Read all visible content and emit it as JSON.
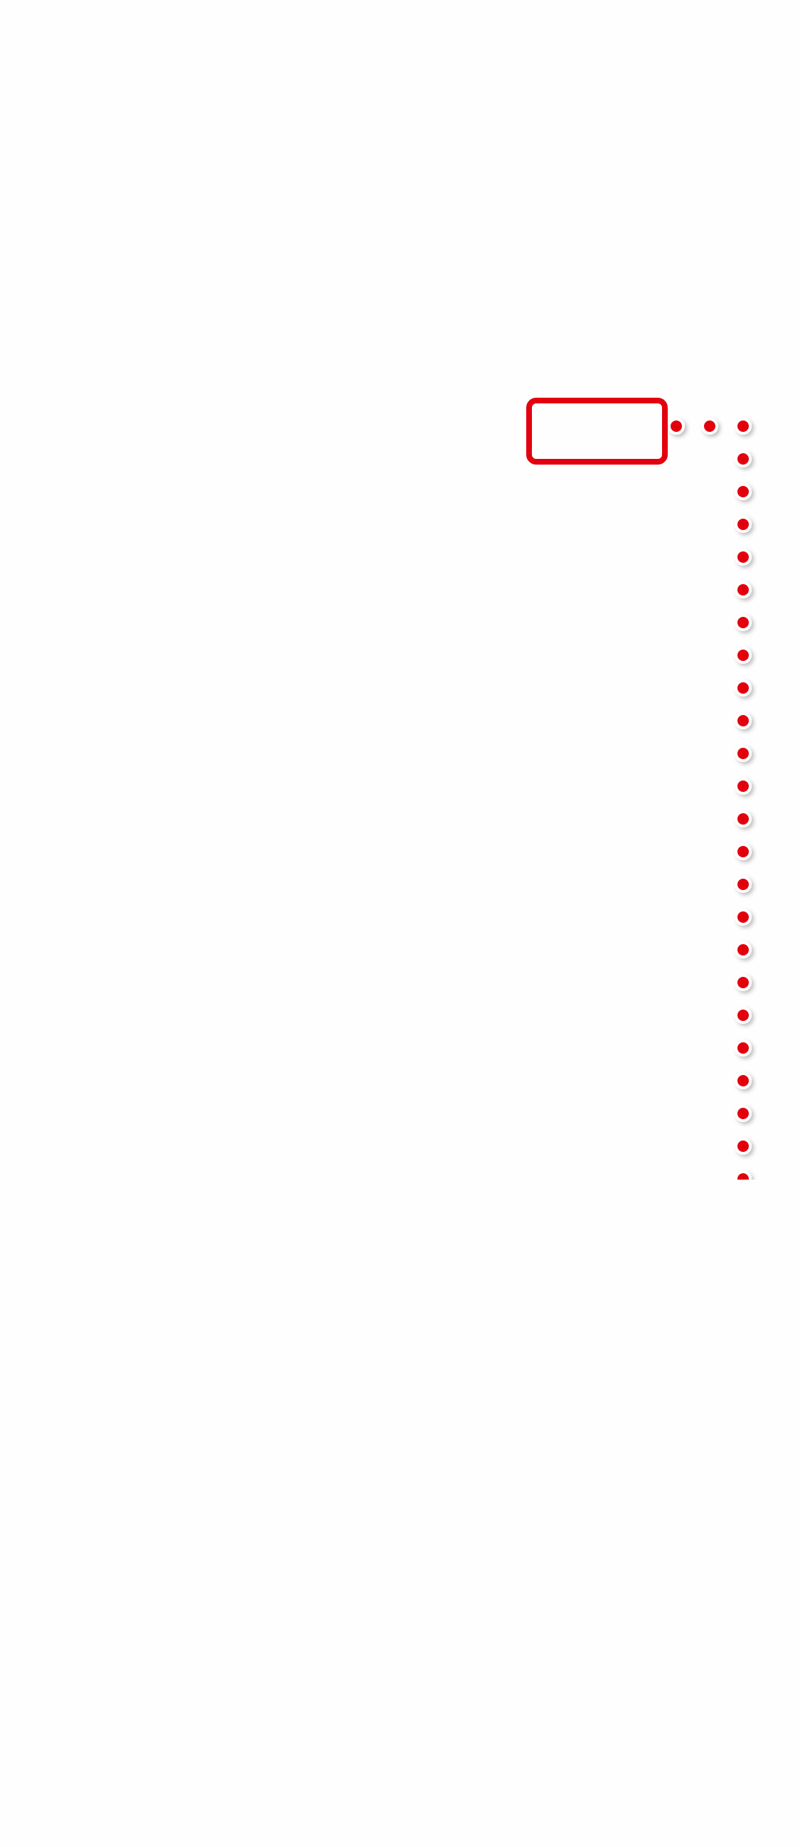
{
  "overlay": {
    "accent_color": "#e3000f",
    "dot_outline_color": "#ffffff",
    "background_color": "#fefefe",
    "highlight_box": {
      "label": "",
      "shape": "rounded-rectangle"
    },
    "guide_path": {
      "style": "dotted",
      "horizontal_dot_count": 3,
      "vertical_dot_count": 24,
      "partial_last_dot": true
    }
  }
}
